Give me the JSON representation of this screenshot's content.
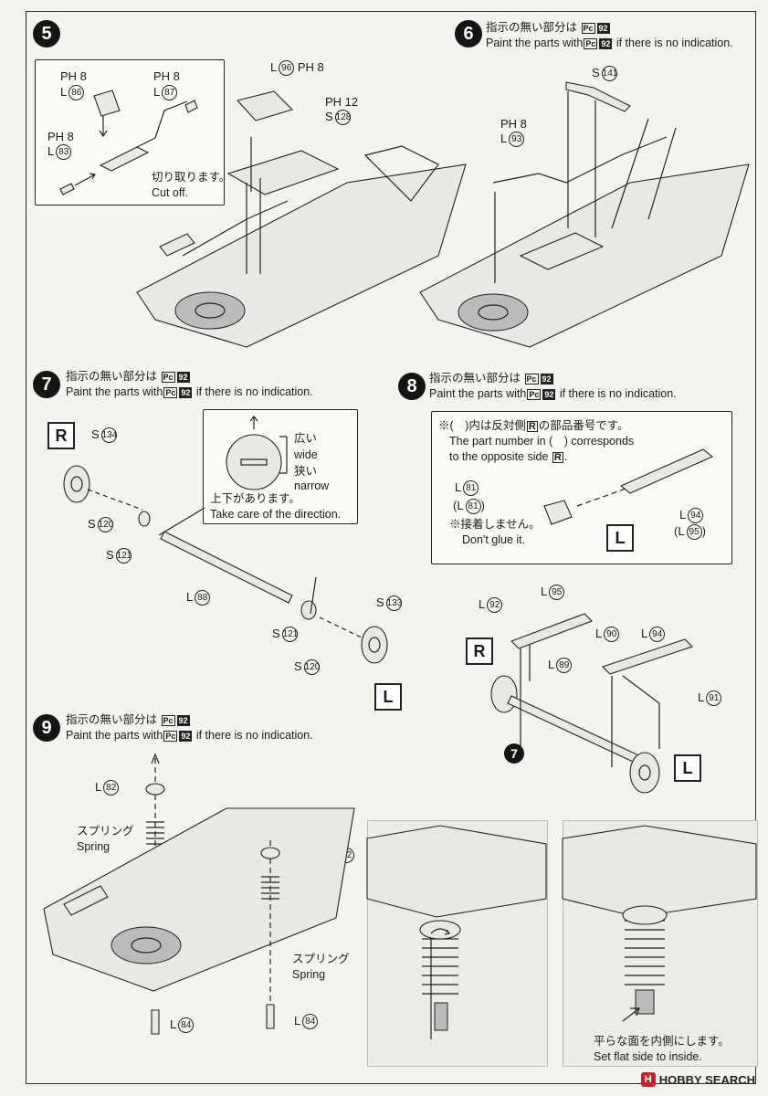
{
  "steps": {
    "s5": {
      "num": "5",
      "cut_jp": "切り取ります。",
      "cut_en": "Cut off.",
      "parts": {
        "ph8a": "PH 8",
        "l86": "86",
        "ph8b": "PH 8",
        "l87": "87",
        "ph8c": "PH 8",
        "l83": "83",
        "l96": "96",
        "ph8d": "PH 8",
        "ph12": "PH 12",
        "s128": "128"
      }
    },
    "s6": {
      "num": "6",
      "jp": "指示の無い部分は",
      "pc": "Pc",
      "code": "92",
      "en_pre": "Paint the parts with",
      "en_post": "if there is no indication.",
      "parts": {
        "s141": "141",
        "ph8": "PH 8",
        "l93": "93"
      }
    },
    "s7": {
      "num": "7",
      "jp": "指示の無い部分は",
      "pc": "Pc",
      "code": "92",
      "en_pre": "Paint the parts with",
      "en_post": "if there is no indication.",
      "wide_jp": "広い",
      "wide_en": "wide",
      "narrow_jp": "狭い",
      "narrow_en": "narrow",
      "dir_jp": "上下があります。",
      "dir_en": "Take care of the direction.",
      "parts": {
        "s134": "134",
        "s120a": "120",
        "s121a": "121",
        "l88": "88",
        "s133": "133",
        "s121b": "121",
        "s120b": "120"
      },
      "R": "R",
      "L": "L"
    },
    "s8": {
      "num": "8",
      "jp": "指示の無い部分は",
      "pc": "Pc",
      "code": "92",
      "en_pre": "Paint the parts with",
      "en_post": "if there is no indication.",
      "note_jp": "※(　)内は反対側",
      "note_jp2": "の部品番号です。",
      "note_en1": "The part number in (　) corresponds",
      "note_en2": "to the opposite side",
      "noglue_jp": "※接着しません。",
      "noglue_en": "Don't glue it.",
      "parts": {
        "l81": "81",
        "l81p": "81",
        "l94": "94",
        "l95p": "95",
        "l95": "95",
        "l92": "92",
        "l89": "89",
        "l90": "90",
        "l94b": "94",
        "l91": "91"
      },
      "R": "R",
      "L": "L",
      "ref7": "7"
    },
    "s9": {
      "num": "9",
      "jp": "指示の無い部分は",
      "pc": "Pc",
      "code": "92",
      "en_pre": "Paint the parts with",
      "en_post": "if there is no indication.",
      "spring_jp": "スプリング",
      "spring_en": "Spring",
      "flat_jp": "平らな面を内側にします。",
      "flat_en": "Set flat side to inside.",
      "parts": {
        "l82a": "82",
        "l82b": "82",
        "l84a": "84",
        "l84b": "84"
      }
    }
  },
  "letters": {
    "L": "L",
    "S": "S"
  },
  "watermark": "HOBBY SEARCH",
  "colors": {
    "badge": "#151515",
    "paper": "#f4f3ee",
    "brand": "#c0262c"
  }
}
